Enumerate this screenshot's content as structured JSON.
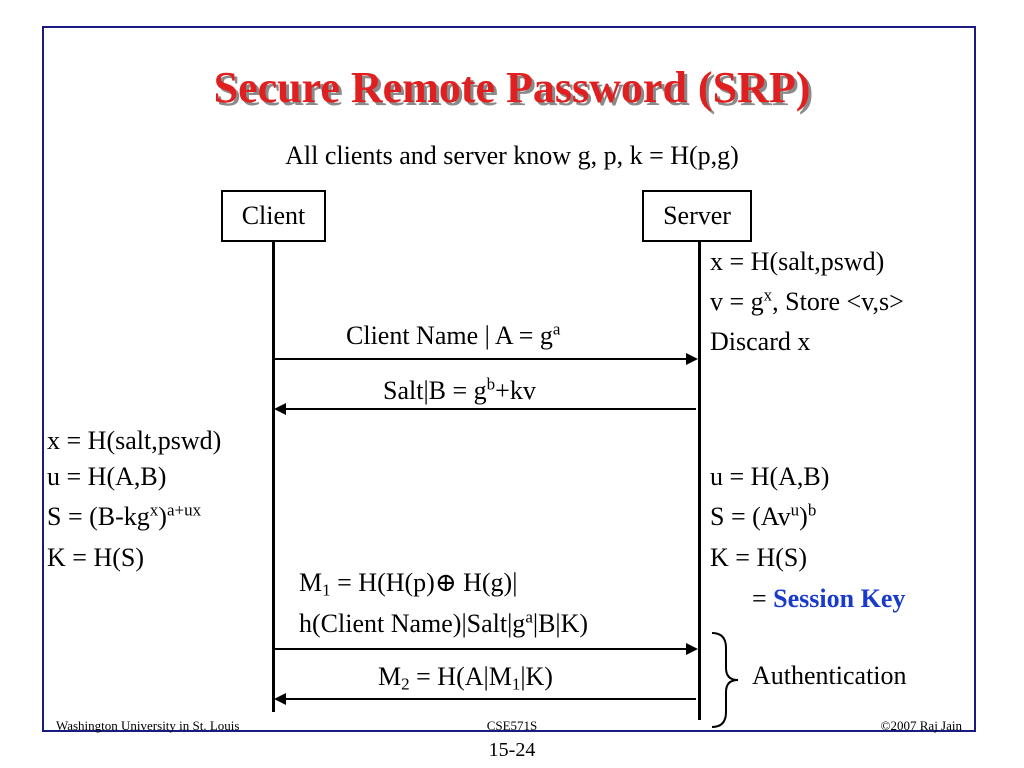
{
  "title": "Secure Remote Password (SRP)",
  "subtitle": "All clients and server know g, p, k = H(p,g)",
  "client_label": "Client",
  "server_label": "Server",
  "server_setup": {
    "line1": "x = H(salt,pswd)",
    "line2_a": "v = g",
    "line2_sup": "x",
    "line2_b": ", Store <v,s>",
    "line3": "Discard x"
  },
  "msg1": {
    "text": "Client Name | A  = g",
    "sup": "a"
  },
  "msg2": {
    "text_a": "Salt|B  = g",
    "sup": "b",
    "text_b": "+kv"
  },
  "client_compute": {
    "line1": "x  = H(salt,pswd)",
    "line2": "u  = H(A,B)",
    "line3_a": "S  = (B-kg",
    "line3_sup1": "x",
    "line3_b": ")",
    "line3_sup2": "a+ux",
    "line4": "K  = H(S)"
  },
  "server_compute": {
    "line1": "u  = H(A,B)",
    "line2_a": "S  = (Av",
    "line2_sup1": "u",
    "line2_b": ")",
    "line2_sup2": "b",
    "line3": "K  = H(S)",
    "line4_a": "= ",
    "line4_key": "Session Key"
  },
  "m1": {
    "a": "M",
    "sub": "1",
    "b": " = H(H(p)⊕ H(g)|",
    "line2_a": "h(Client Name)|Salt|g",
    "line2_sup": "a",
    "line2_b": "|B|K)"
  },
  "m2": {
    "a": "M",
    "sub1": "2",
    "b": " = H(A|M",
    "sub2": "1",
    "c": "|K)"
  },
  "auth_label": "Authentication",
  "footer": {
    "left": "Washington University in St. Louis",
    "center": "CSE571S",
    "right": "©2007 Raj Jain"
  },
  "page_number": "15-24",
  "colors": {
    "title": "#e02020",
    "frame": "#1a1a80",
    "session_key": "#1a3acc"
  }
}
